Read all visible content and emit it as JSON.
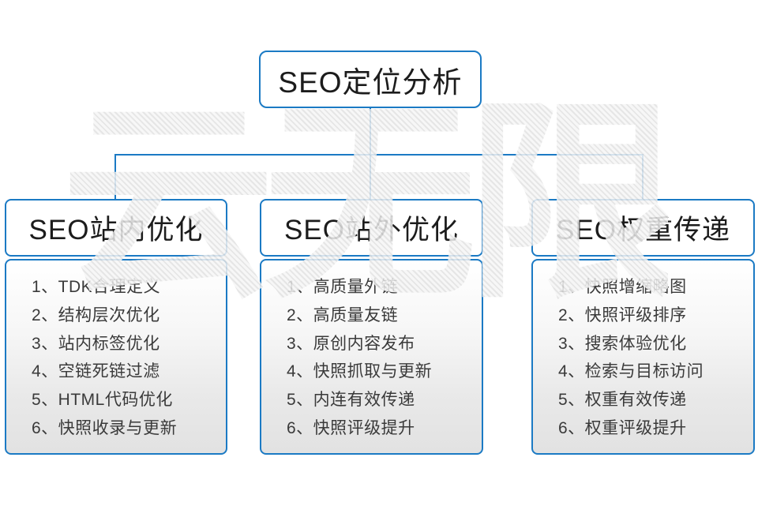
{
  "diagram": {
    "root": {
      "label": "SEO定位分析"
    },
    "watermark": {
      "text": "云无限"
    },
    "columns": [
      {
        "title": "SEO站内优化",
        "items": [
          "1、TDK合理定义",
          "2、结构层次优化",
          "3、站内标签优化",
          "4、空链死链过滤",
          "5、HTML代码优化",
          "6、快照收录与更新"
        ]
      },
      {
        "title": "SEO站外优化",
        "items": [
          "1、高质量外链",
          "2、高质量友链",
          "3、原创内容发布",
          "4、快照抓取与更新",
          "5、内连有效传递",
          "6、快照评级提升"
        ]
      },
      {
        "title": "SEO权重传递",
        "items": [
          "1、快照增缩略图",
          "2、快照评级排序",
          "3、搜索体验优化",
          "4、检索与目标访问",
          "5、权重有效传递",
          "6、权重评级提升"
        ]
      }
    ],
    "colors": {
      "accent": "#1b7ac4",
      "panel_gradient_top": "#ffffff",
      "panel_gradient_bottom": "#e2e2e2",
      "list_text": "#3a3a3a",
      "title_text": "#1c1c1c"
    }
  }
}
